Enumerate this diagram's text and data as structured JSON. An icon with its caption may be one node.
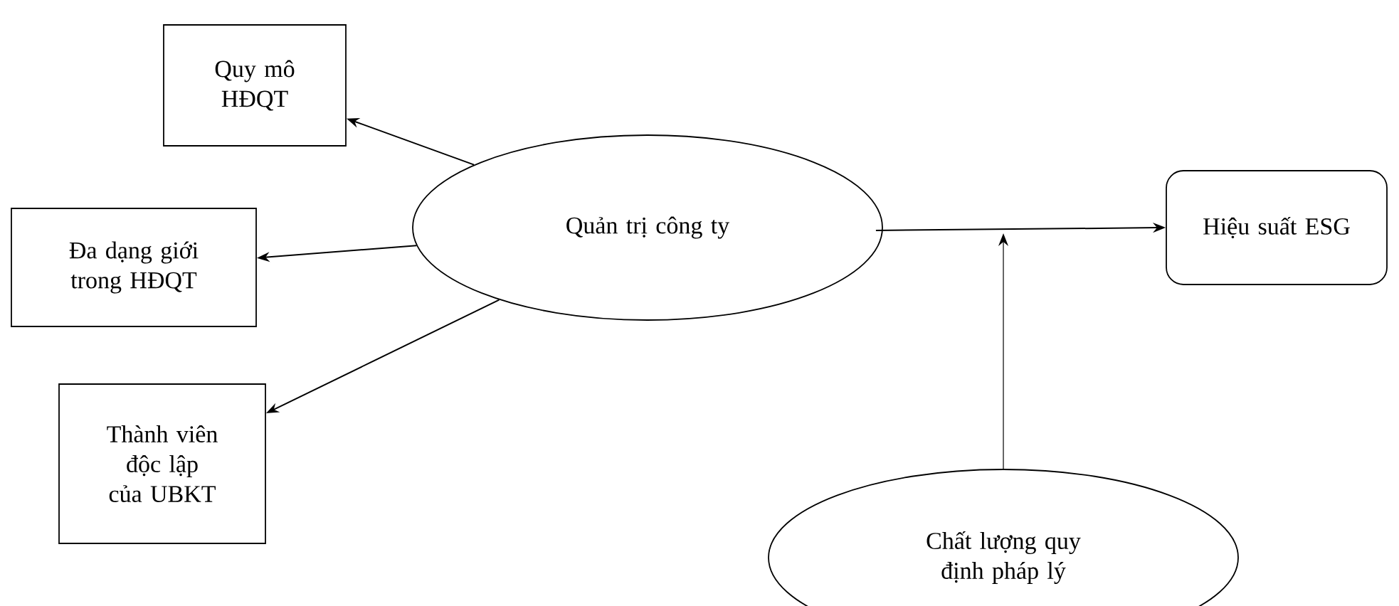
{
  "diagram": {
    "nodes": [
      {
        "text": [
          "Quy mô HĐQT"
        ]
      },
      {
        "text": [
          "Đa dạng giới trong HĐQT"
        ]
      },
      {
        "text": [
          "Thành viên độc lập của UBKT"
        ]
      },
      {
        "text": [
          "Quản trị công ty"
        ]
      },
      {
        "text": [
          "Hiệu suất ESG"
        ]
      },
      {
        "text": [
          "Chất lượng quy định pháp lý"
        ]
      }
    ],
    "edges": [
      {
        "from": 3,
        "to": 0,
        "arrow": "to"
      },
      {
        "from": 3,
        "to": 1,
        "arrow": "to"
      },
      {
        "from": 3,
        "to": 2,
        "arrow": "to"
      },
      {
        "from": 3,
        "to": 4,
        "arrow": "to"
      },
      {
        "from": 5,
        "to": null,
        "arrow": "to"
      }
    ]
  }
}
